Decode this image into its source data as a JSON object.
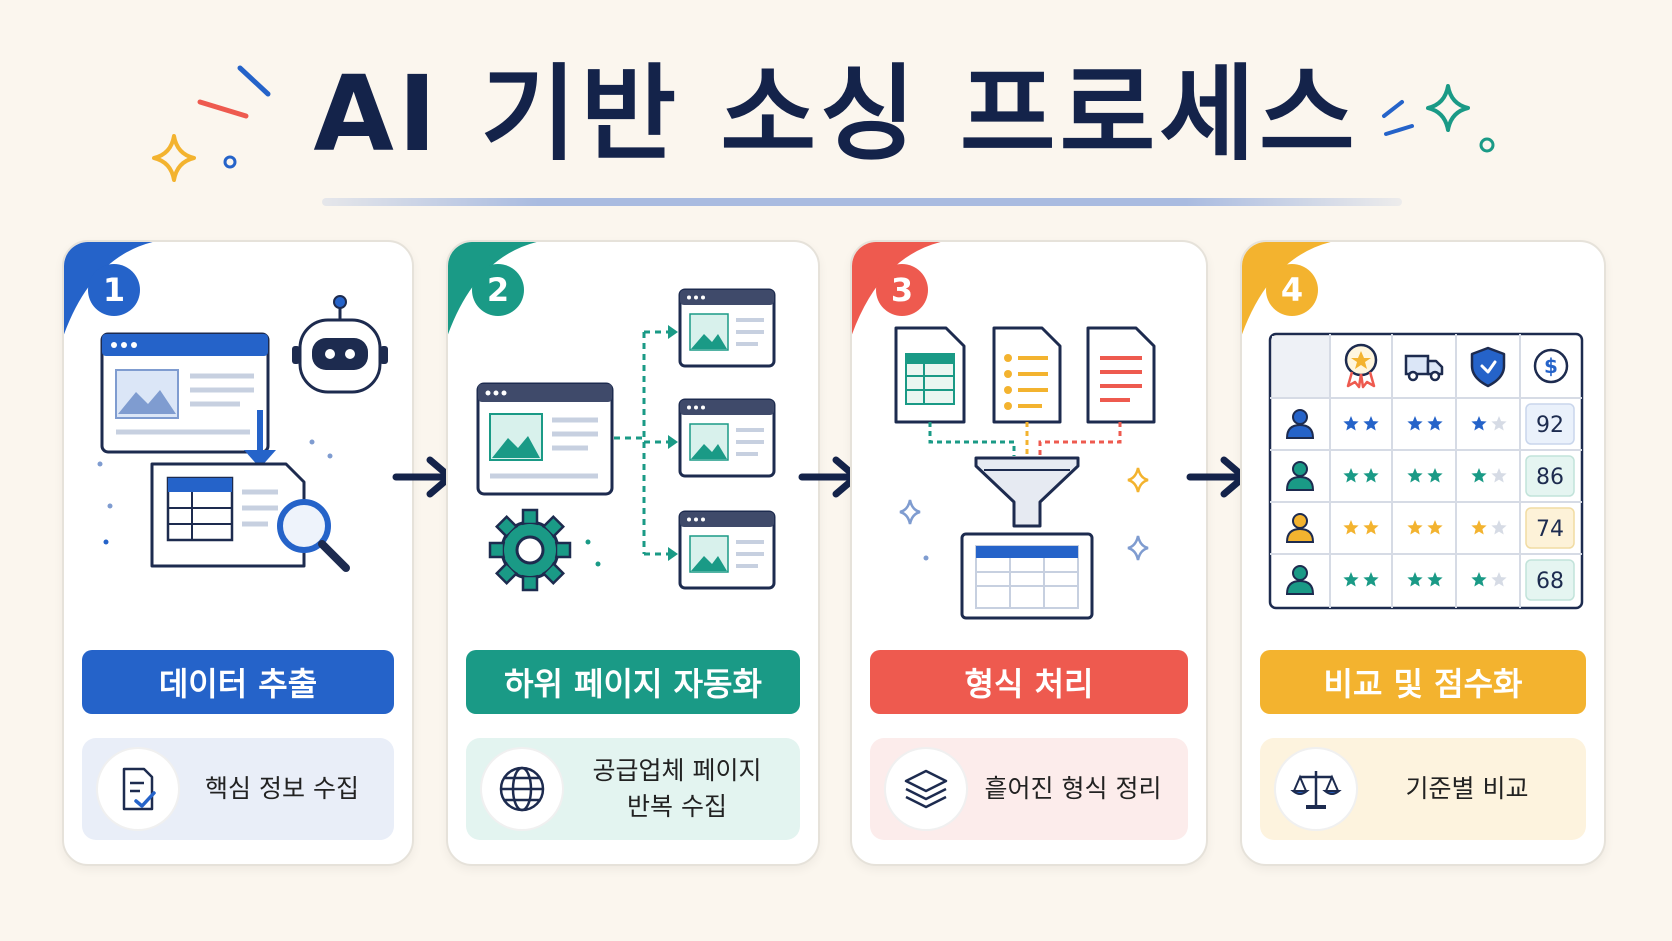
{
  "title": "AI 기반 소싱 프로세스",
  "colors": {
    "blue": "#2563c9",
    "teal": "#1a9a86",
    "red": "#ee5a4f",
    "yellow": "#f3b32f",
    "navy": "#14234a",
    "background": "#fbf6ee"
  },
  "steps": [
    {
      "number": "1",
      "label": "데이터 추출",
      "sub": "핵심 정보 수집",
      "sub_icon": "document-check-icon"
    },
    {
      "number": "2",
      "label": "하위 페이지 자동화",
      "sub_line1": "공급업체 페이지",
      "sub_line2": "반복 수집",
      "sub_icon": "globe-icon"
    },
    {
      "number": "3",
      "label": "형식 처리",
      "sub": "흩어진 형식 정리",
      "sub_icon": "layers-icon"
    },
    {
      "number": "4",
      "label": "비교 및 점수화",
      "sub": "기준별 비교",
      "sub_icon": "scale-icon"
    }
  ],
  "comparison": {
    "header_icons": [
      "award-icon",
      "truck-icon",
      "shield-icon",
      "dollar-icon"
    ],
    "scores": [
      "92",
      "86",
      "74",
      "68"
    ]
  }
}
